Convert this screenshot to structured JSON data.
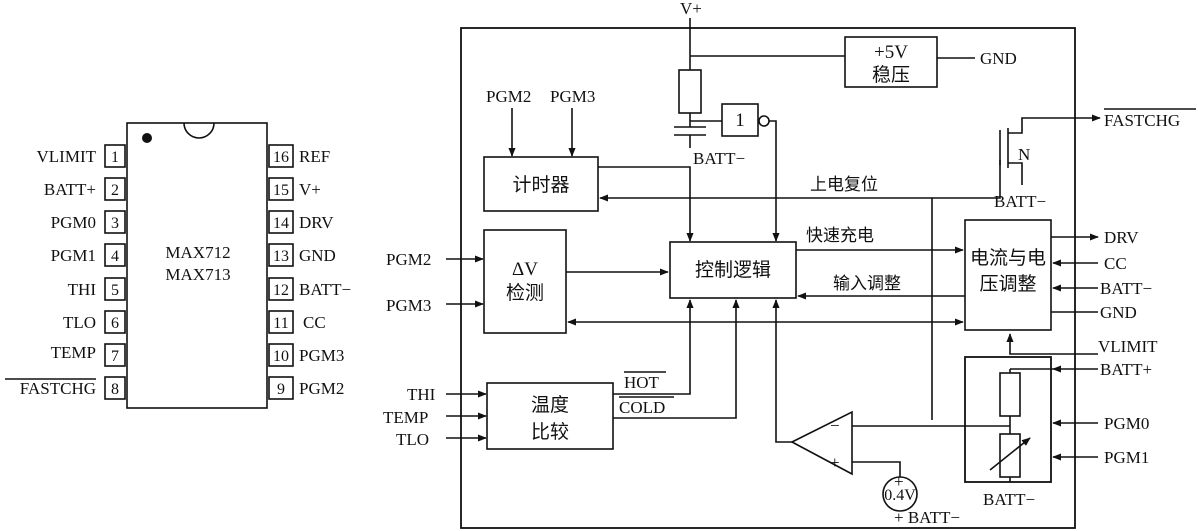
{
  "chip": {
    "name_line1": "MAX712",
    "name_line2": "MAX713",
    "pins_left": [
      {
        "num": "1",
        "name": "VLIMIT"
      },
      {
        "num": "2",
        "name": "BATT+"
      },
      {
        "num": "3",
        "name": "PGM0"
      },
      {
        "num": "4",
        "name": "PGM1"
      },
      {
        "num": "5",
        "name": "THI"
      },
      {
        "num": "6",
        "name": "TLO"
      },
      {
        "num": "7",
        "name": "TEMP"
      },
      {
        "num": "8",
        "name": "FASTCHG"
      }
    ],
    "pins_right": [
      {
        "num": "16",
        "name": "REF"
      },
      {
        "num": "15",
        "name": "V+"
      },
      {
        "num": "14",
        "name": "DRV"
      },
      {
        "num": "13",
        "name": "GND"
      },
      {
        "num": "12",
        "name": "BATT−"
      },
      {
        "num": "11",
        "name": "CC"
      },
      {
        "num": "10",
        "name": "PGM3"
      },
      {
        "num": "9",
        "name": "PGM2"
      }
    ]
  },
  "blocks": {
    "regulator": {
      "line1": "+5V",
      "line2": "稳压"
    },
    "timer": "计时器",
    "dv_detect": {
      "line1": "ΔV",
      "line2": "检测"
    },
    "control_logic": "控制逻辑",
    "current_voltage_reg": {
      "line1": "电流与电",
      "line2": "压调整"
    },
    "temp_compare": {
      "line1": "温度",
      "line2": "比较"
    },
    "inverter": "1"
  },
  "signals": {
    "power_on_reset": "上电复位",
    "fast_charge": "快速充电",
    "input_adjust": "输入调整",
    "hot": "HOT",
    "cold": "COLD",
    "vref": "0.4V",
    "nmos": "N",
    "plus": "+",
    "minus": "−"
  },
  "pins": {
    "v_plus": "V+",
    "gnd": "GND",
    "fastchg": "FASTCHG",
    "pgm2": "PGM2",
    "pgm3": "PGM3",
    "batt_minus": "BATT−",
    "drv": "DRV",
    "cc": "CC",
    "vlimit": "VLIMIT",
    "batt_plus": "BATT+",
    "pgm0": "PGM0",
    "pgm1": "PGM1",
    "thi": "THI",
    "temp": "TEMP",
    "tlo": "TLO",
    "batt_minus_plus": "+ BATT−"
  }
}
